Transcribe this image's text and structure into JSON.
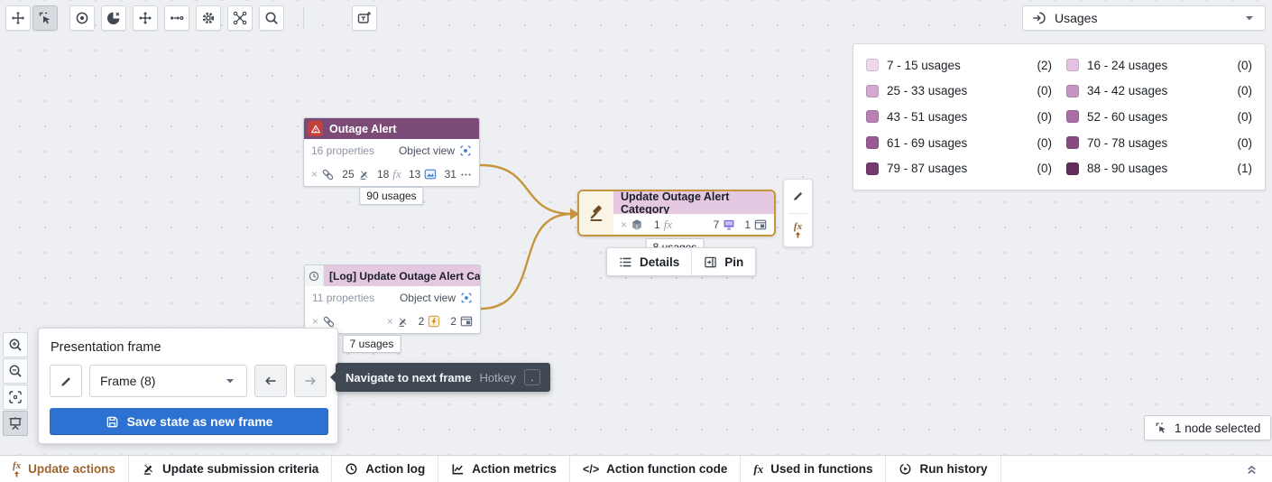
{
  "colors": {
    "accent_blue": "#2d72d2",
    "edge_amber": "#c7953c",
    "outage_header_purple": "#7b4a76",
    "light_header_purple": "#e4c8e1",
    "active_tab_brown": "#9d642c",
    "tooltip_bg": "#404854",
    "warning_red": "#c4403a"
  },
  "top_toolbar": {
    "icons": [
      "pan",
      "select",
      "focus",
      "pie-chart-remove",
      "layout-grid",
      "connection",
      "settings",
      "graph",
      "search",
      "add-text-frame"
    ],
    "selected_icon": "select"
  },
  "usages_dropdown": {
    "label": "Usages",
    "icon": "arrow-into-circle"
  },
  "legend": {
    "items": [
      {
        "label": "7 - 15 usages",
        "count": "(2)",
        "color": "#eed9ec"
      },
      {
        "label": "16 - 24 usages",
        "count": "(0)",
        "color": "#e3c2df"
      },
      {
        "label": "25 - 33 usages",
        "count": "(0)",
        "color": "#d5aad1"
      },
      {
        "label": "34 - 42 usages",
        "count": "(0)",
        "color": "#c795c2"
      },
      {
        "label": "43 - 51 usages",
        "count": "(0)",
        "color": "#b981b3"
      },
      {
        "label": "52 - 60 usages",
        "count": "(0)",
        "color": "#aa6da4"
      },
      {
        "label": "61 - 69 usages",
        "count": "(0)",
        "color": "#9a5a93"
      },
      {
        "label": "70 - 78 usages",
        "count": "(0)",
        "color": "#894a82"
      },
      {
        "label": "79 - 87 usages",
        "count": "(0)",
        "color": "#753a6e"
      },
      {
        "label": "88 - 90 usages",
        "count": "(1)",
        "color": "#622c5c"
      }
    ]
  },
  "nodes": {
    "outage": {
      "title": "Outage Alert",
      "properties": "16 properties",
      "object_view": "Object view",
      "usage": "90 usages",
      "stats": [
        {
          "prefix": "×",
          "icon": "link"
        },
        {
          "value": "25",
          "icon": "edit-strike"
        },
        {
          "value": "18",
          "icon": "fx"
        },
        {
          "value": "13",
          "icon": "media"
        },
        {
          "value": "31",
          "icon": "more"
        }
      ]
    },
    "update": {
      "title": "Update Outage Alert Category",
      "usage": "8 usages",
      "stats": [
        {
          "prefix": "×",
          "icon": "cube"
        },
        {
          "value": "1",
          "icon": "fx"
        },
        {
          "value": "7",
          "icon": "monitor"
        },
        {
          "value": "1",
          "icon": "app-window"
        }
      ]
    },
    "log": {
      "title": "[Log] Update Outage Alert Cate...",
      "properties": "11 properties",
      "object_view": "Object view",
      "usage": "7 usages",
      "stats_left": [
        {
          "prefix": "×",
          "icon": "link"
        }
      ],
      "stats_right": [
        {
          "prefix": "×",
          "icon": "edit-strike"
        },
        {
          "value": "2",
          "icon": "lightning"
        },
        {
          "value": "2",
          "icon": "app-window"
        }
      ]
    }
  },
  "node_toolbar": {
    "details_label": "Details",
    "pin_label": "Pin"
  },
  "mini_panel": {
    "icons": [
      "edit-pencil",
      "fx-up"
    ]
  },
  "presentation": {
    "title": "Presentation frame",
    "frame_label": "Frame (8)",
    "save_label": "Save state as new frame"
  },
  "tooltip": {
    "text": "Navigate to next frame",
    "hotkey_label": "Hotkey",
    "key": "."
  },
  "zoom_toolbar": {
    "icons": [
      "zoom-in",
      "zoom-out",
      "zoom-fit",
      "presentation-mode"
    ],
    "selected_icon": "presentation-mode"
  },
  "selection": {
    "label": "1 node selected"
  },
  "tabs": {
    "items": [
      {
        "label": "Update actions",
        "icon": "fx-up",
        "active": true
      },
      {
        "label": "Update submission criteria",
        "icon": "edit-strike"
      },
      {
        "label": "Action log",
        "icon": "history"
      },
      {
        "label": "Action metrics",
        "icon": "chart"
      },
      {
        "label": "Action function code",
        "icon": "code"
      },
      {
        "label": "Used in functions",
        "icon": "fx"
      },
      {
        "label": "Run history",
        "icon": "run"
      }
    ]
  },
  "icons": {
    "fx": "fx",
    "code": "</>"
  }
}
